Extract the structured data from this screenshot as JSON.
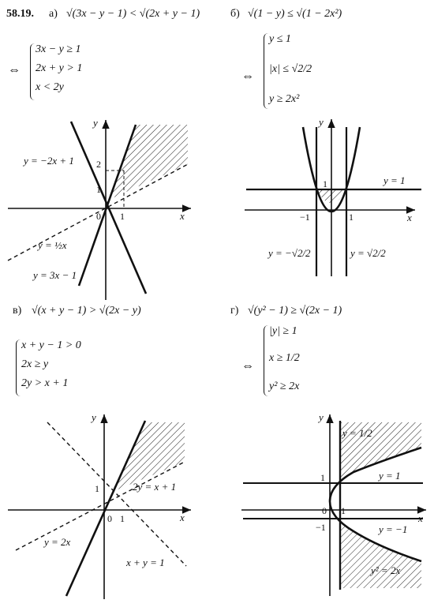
{
  "problem": {
    "number": "58.19.",
    "a": {
      "letter": "а)",
      "inequality": "√(3x − y − 1) < √(2x + y − 1)",
      "equiv": "⇔",
      "system": [
        "3x − y ≥ 1",
        "2x + y > 1",
        "x < 2y"
      ],
      "graph": {
        "labels": [
          "y = −2x + 1",
          "y = ½x",
          "y = 3x − 1"
        ],
        "axis_x": "x",
        "axis_y": "y",
        "ticks": [
          "2",
          "1",
          "0",
          "1"
        ]
      }
    },
    "b": {
      "letter": "б)",
      "inequality": "√(1 − y) ≤ √(1 − 2x²)",
      "equiv": "⇔",
      "system": [
        "y ≤ 1",
        "|x| ≤ √2/2",
        "y ≥ 2x²"
      ],
      "graph": {
        "labels": [
          "y = 1",
          "y = −√2/2",
          "y = √2/2"
        ],
        "axis_x": "x",
        "axis_y": "y",
        "ticks": [
          "1",
          "−1",
          "1"
        ]
      }
    },
    "v": {
      "letter": "в)",
      "inequality": "√(x + y − 1) > √(2x − y)",
      "system": [
        "x + y − 1 > 0",
        "2x ≥ y",
        "2y > x + 1"
      ],
      "graph": {
        "labels": [
          "2y = x + 1",
          "y = 2x",
          "x + y = 1"
        ],
        "axis_x": "x",
        "axis_y": "y",
        "ticks": [
          "1",
          "0",
          "1"
        ]
      }
    },
    "g": {
      "letter": "г)",
      "inequality": "√(y² − 1) ≥ √(2x − 1)",
      "equiv": "⇔",
      "system": [
        "|y| ≥ 1",
        "x ≥ 1/2",
        "y² ≥ 2x"
      ],
      "graph": {
        "labels": [
          "y = 1/2",
          "y = 1",
          "y = −1",
          "y² = 2x"
        ],
        "axis_x": "x",
        "axis_y": "y",
        "ticks": [
          "1",
          "0",
          "1",
          "−1"
        ]
      }
    }
  }
}
